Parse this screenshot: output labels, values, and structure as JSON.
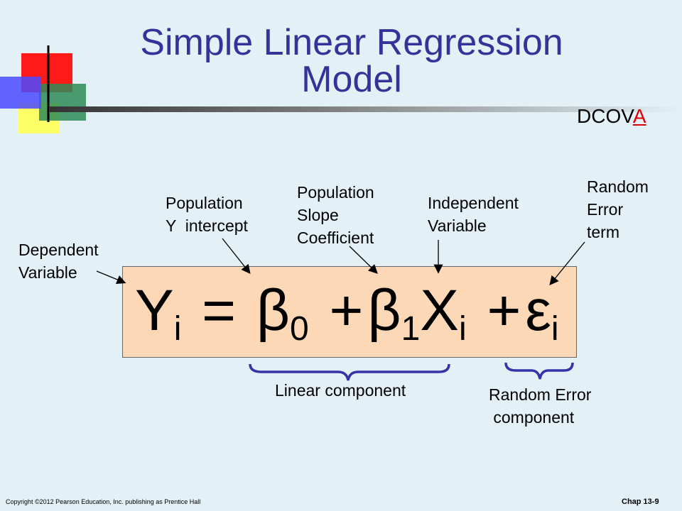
{
  "title": {
    "line1": "Simple Linear Regression",
    "line2": "Model"
  },
  "dcova": {
    "prefix": "DCOV",
    "highlight": "A"
  },
  "labels": {
    "dependent": [
      "Dependent",
      "Variable"
    ],
    "intercept": [
      "Population",
      "Y  intercept"
    ],
    "slope": [
      "Population",
      "Slope",
      "Coefficient"
    ],
    "independent": [
      "Independent",
      "Variable"
    ],
    "error_term": [
      "Random",
      "Error",
      "term"
    ]
  },
  "formula": {
    "y": "Y",
    "y_sub": "i",
    "eq": "=",
    "b0": "β",
    "b0_sub": "0",
    "plus1": "+",
    "b1": "β",
    "b1_sub": "1",
    "x": "X",
    "x_sub": "i",
    "plus2": "+",
    "eps": "ε",
    "eps_sub": "i"
  },
  "braces": {
    "linear": "Linear component",
    "random": [
      "Random Error",
      " component"
    ]
  },
  "footer": {
    "copyright": "Copyright ©2012 Pearson Education, Inc. publishing as Prentice Hall",
    "chap": "Chap 13-9"
  },
  "colors": {
    "title": "#333399",
    "accent": "#e00000",
    "box": "#fcd8b6",
    "brace": "#3333aa",
    "background": "#e3f1f6"
  }
}
